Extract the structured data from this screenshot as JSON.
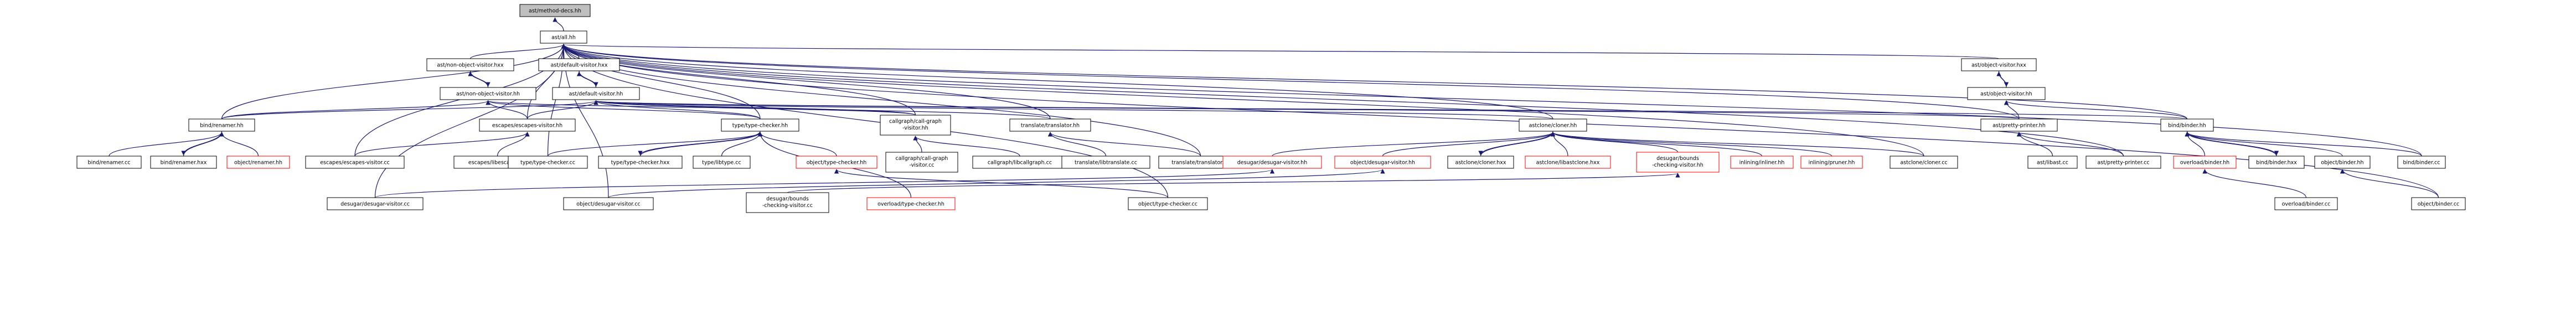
{
  "colors": {
    "edge": "#191970",
    "node_border": "#000000",
    "node_missing_border": "#ff0000",
    "root_fill": "#bfbfbf",
    "node_fill": "#ffffff",
    "text": "#000000"
  },
  "nodes": [
    {
      "id": "n0",
      "label": "ast/method-decs.hh",
      "kind": "root"
    },
    {
      "id": "n1",
      "label": "ast/all.hh",
      "kind": "normal"
    },
    {
      "id": "n2",
      "label": "ast/non-object-visitor.hxx",
      "kind": "normal"
    },
    {
      "id": "n3",
      "label": "ast/default-visitor.hxx",
      "kind": "normal"
    },
    {
      "id": "n4",
      "label": "ast/object-visitor.hxx",
      "kind": "normal"
    },
    {
      "id": "n5",
      "label": "ast/non-object-visitor.hh",
      "kind": "normal"
    },
    {
      "id": "n6",
      "label": "ast/default-visitor.hh",
      "kind": "normal"
    },
    {
      "id": "n7",
      "label": "ast/object-visitor.hh",
      "kind": "normal"
    },
    {
      "id": "n8",
      "label": "bind/renamer.hh",
      "kind": "normal"
    },
    {
      "id": "n9",
      "label": "escapes/escapes-visitor.hh",
      "kind": "normal"
    },
    {
      "id": "n10",
      "label": "type/type-checker.hh",
      "kind": "normal"
    },
    {
      "id": "n11",
      "label": "callgraph/call-graph-visitor.hh",
      "kind": "normal"
    },
    {
      "id": "n12",
      "label": "translate/translator.hh",
      "kind": "normal"
    },
    {
      "id": "n13",
      "label": "astclone/cloner.hh",
      "kind": "normal"
    },
    {
      "id": "n14",
      "label": "ast/pretty-printer.hh",
      "kind": "normal"
    },
    {
      "id": "n15",
      "label": "bind/binder.hh",
      "kind": "normal"
    },
    {
      "id": "n16",
      "label": "bind/renamer.cc",
      "kind": "normal"
    },
    {
      "id": "n17",
      "label": "bind/renamer.hxx",
      "kind": "normal"
    },
    {
      "id": "n18",
      "label": "object/renamer.hh",
      "kind": "missing"
    },
    {
      "id": "n19",
      "label": "escapes/escapes-visitor.cc",
      "kind": "normal"
    },
    {
      "id": "n20",
      "label": "escapes/libescapes.cc",
      "kind": "normal"
    },
    {
      "id": "n21",
      "label": "type/type-checker.cc",
      "kind": "normal"
    },
    {
      "id": "n22",
      "label": "type/type-checker.hxx",
      "kind": "normal"
    },
    {
      "id": "n23",
      "label": "type/libtype.cc",
      "kind": "normal"
    },
    {
      "id": "n24",
      "label": "object/type-checker.hh",
      "kind": "missing"
    },
    {
      "id": "n25",
      "label": "callgraph/call-graph-visitor.cc",
      "kind": "normal"
    },
    {
      "id": "n26",
      "label": "callgraph/libcallgraph.cc",
      "kind": "normal"
    },
    {
      "id": "n27",
      "label": "translate/libtranslate.cc",
      "kind": "normal"
    },
    {
      "id": "n28",
      "label": "translate/translator.cc",
      "kind": "normal"
    },
    {
      "id": "n29",
      "label": "desugar/desugar-visitor.hh",
      "kind": "missing"
    },
    {
      "id": "n30",
      "label": "object/desugar-visitor.hh",
      "kind": "missing"
    },
    {
      "id": "n31",
      "label": "astclone/cloner.hxx",
      "kind": "normal"
    },
    {
      "id": "n32",
      "label": "astclone/libastclone.hxx",
      "kind": "missing"
    },
    {
      "id": "n33",
      "label": "desugar/bounds-checking-visitor.hh",
      "kind": "missing"
    },
    {
      "id": "n34",
      "label": "inlining/inliner.hh",
      "kind": "missing"
    },
    {
      "id": "n35",
      "label": "inlining/pruner.hh",
      "kind": "missing"
    },
    {
      "id": "n36",
      "label": "astclone/cloner.cc",
      "kind": "normal"
    },
    {
      "id": "n37",
      "label": "ast/libast.cc",
      "kind": "normal"
    },
    {
      "id": "n38",
      "label": "ast/pretty-printer.cc",
      "kind": "normal"
    },
    {
      "id": "n39",
      "label": "overload/binder.hh",
      "kind": "missing"
    },
    {
      "id": "n40",
      "label": "bind/binder.hxx",
      "kind": "normal"
    },
    {
      "id": "n41",
      "label": "object/binder.hh",
      "kind": "normal"
    },
    {
      "id": "n42",
      "label": "bind/binder.cc",
      "kind": "normal"
    },
    {
      "id": "n43",
      "label": "desugar/desugar-visitor.cc",
      "kind": "normal"
    },
    {
      "id": "n44",
      "label": "object/desugar-visitor.cc",
      "kind": "normal"
    },
    {
      "id": "n45",
      "label": "desugar/bounds-checking-visitor.cc",
      "kind": "normal"
    },
    {
      "id": "n46",
      "label": "overload/type-checker.hh",
      "kind": "missing"
    },
    {
      "id": "n47",
      "label": "object/type-checker.cc",
      "kind": "normal"
    },
    {
      "id": "n48",
      "label": "overload/binder.cc",
      "kind": "normal"
    },
    {
      "id": "n49",
      "label": "object/binder.cc",
      "kind": "normal"
    }
  ]
}
